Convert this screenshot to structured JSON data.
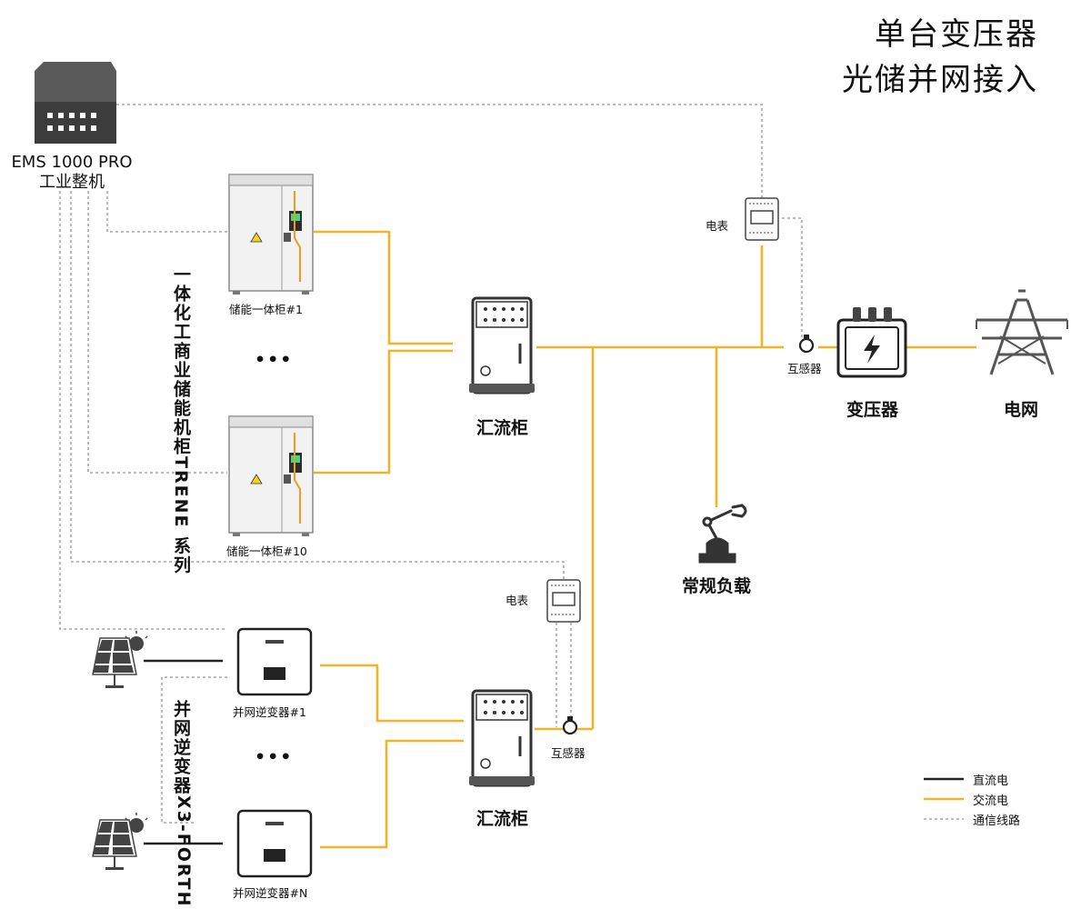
{
  "title": {
    "line1": "单台变压器",
    "line2": "光储并网接入"
  },
  "ems": {
    "line1": "EMS 1000 PRO",
    "line2": "工业整机"
  },
  "series": {
    "storage_vertical_latin": "TRENE 系列",
    "storage_vertical_cn": "一体化工商业储能机柜",
    "inverter_vertical_latin": "X3-FORTH",
    "inverter_vertical_cn": "并网逆变器"
  },
  "nodes": {
    "cabinet_1": "储能一体柜#1",
    "cabinet_10": "储能一体柜#10",
    "combiner_top": "汇流柜",
    "combiner_bottom": "汇流柜",
    "meter_top": "电表",
    "meter_bottom": "电表",
    "ct_top": "互感器",
    "ct_bottom": "互感器",
    "transformer": "变压器",
    "grid": "电网",
    "load": "常规负载",
    "inverter_1": "并网逆变器#1",
    "inverter_n": "并网逆变器#N",
    "ellipsis": "•••"
  },
  "legend": {
    "dc": "直流电",
    "ac": "交流电",
    "comm": "通信线路"
  },
  "colors": {
    "dc_line": "#222222",
    "ac_line": "#f0b429",
    "comm_line": "#a8a8a8",
    "device_dark": "#444444",
    "cabinet_accent": "#f29a1e"
  }
}
